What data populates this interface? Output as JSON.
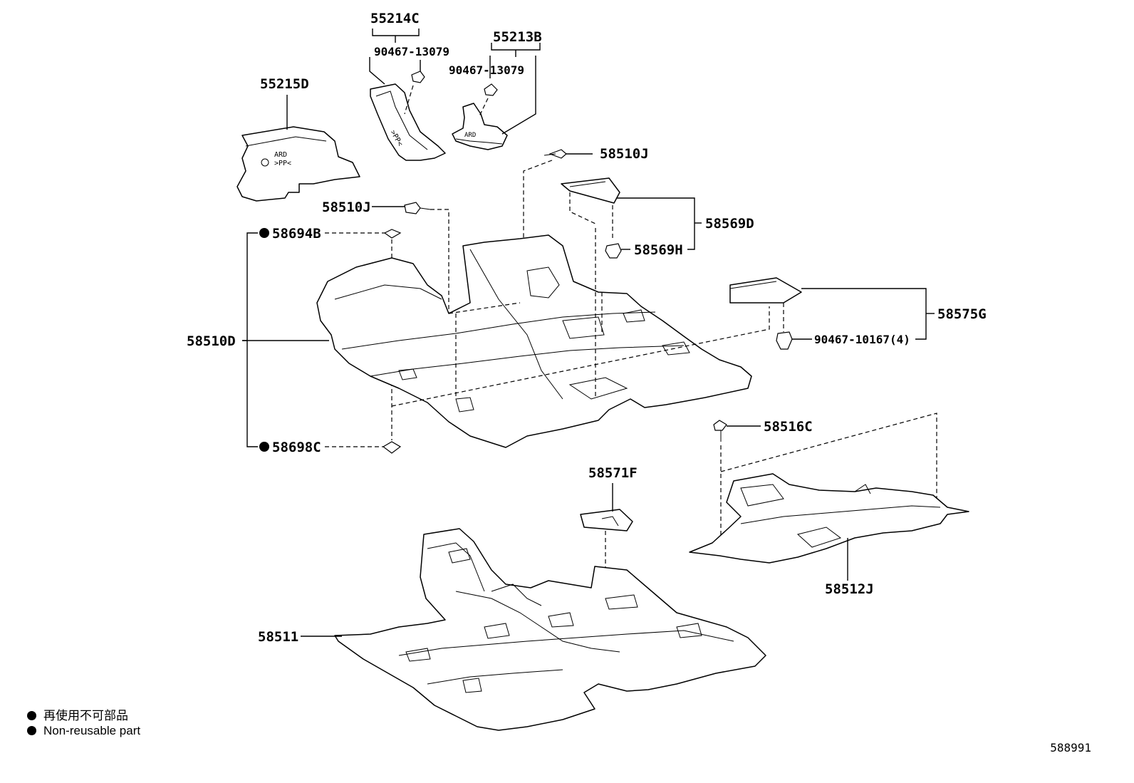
{
  "labels": {
    "p55214C": "55214C",
    "p90467_13079_a": "90467-13079",
    "p55213B": "55213B",
    "p90467_13079_b": "90467-13079",
    "p55215D": "55215D",
    "p58510J_a": "58510J",
    "p58510J_b": "58510J",
    "p58569D": "58569D",
    "p58569H": "58569H",
    "p58694B": "58694B",
    "p58510D": "58510D",
    "p58575G": "58575G",
    "p90467_10167": "90467-10167(4)",
    "p58698C": "58698C",
    "p58516C": "58516C",
    "p58571F": "58571F",
    "p58512J": "58512J",
    "p58511": "58511"
  },
  "legend": {
    "line1": "再使用不可部品",
    "line2": "Non-reusable part"
  },
  "diagram_id": "588991",
  "colors": {
    "line": "#000000",
    "background": "#ffffff"
  }
}
